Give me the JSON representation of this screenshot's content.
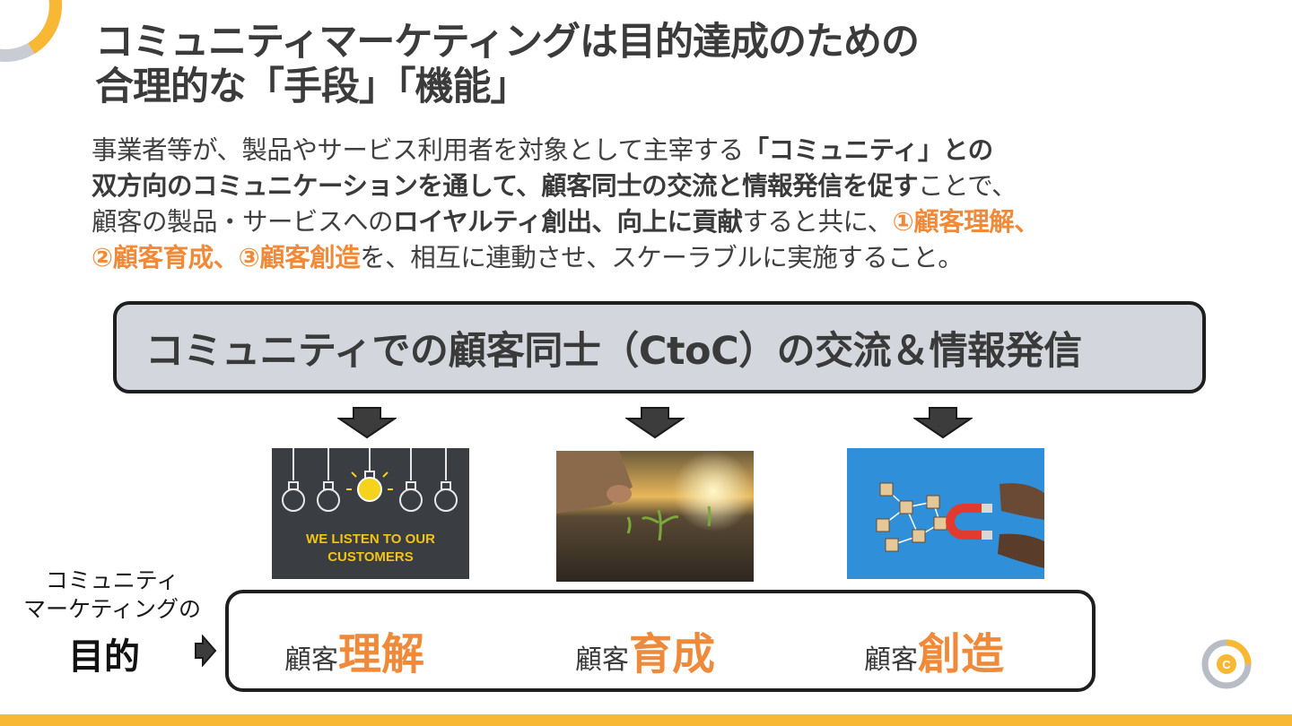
{
  "title": {
    "line1": "コミュニティマーケティングは目的達成のための",
    "line2": "合理的な「手段」「機能」"
  },
  "description": {
    "l1_a": "事業者等が、製品やサービス利用者を対象として主宰する",
    "l1_b": "「コミュニティ」との",
    "l2_a": "双方向のコミュニケーションを通して、顧客同士の交流と情報発信を促す",
    "l2_b": "ことで、",
    "l3_a": "顧客の製品・サービスへの",
    "l3_b": "ロイヤルティ創出、向上に貢献",
    "l3_c": "すると共に、",
    "l3_d": "①顧客理解、",
    "l4_a": "②顧客育成、③顧客創造",
    "l4_b": "を、相互に連動させ、スケーラブルに実施すること。"
  },
  "ctoc_box": {
    "text": "コミュニティでの顧客同士（CtoC）の交流＆情報発信"
  },
  "photos": {
    "photo1_text_line1": "WE LISTEN TO OUR",
    "photo1_text_line2": "CUSTOMERS"
  },
  "purpose": {
    "label_small_line1": "コミュニティ",
    "label_small_line2": "マーケティングの",
    "label_big": "目的",
    "goals": [
      {
        "prefix": "顧客",
        "accent": "理解"
      },
      {
        "prefix": "顧客",
        "accent": "育成"
      },
      {
        "prefix": "顧客",
        "accent": "創造"
      }
    ]
  },
  "logo": {
    "letter": "C"
  },
  "colors": {
    "accent_orange": "#ef8a3a",
    "brand_yellow": "#f8b833",
    "box_gray": "#d3d6dc",
    "text_dark": "#3a3a3a"
  },
  "icons": [
    "down-arrow-icon",
    "right-arrow-icon",
    "logo-icon",
    "corner-decoration"
  ]
}
